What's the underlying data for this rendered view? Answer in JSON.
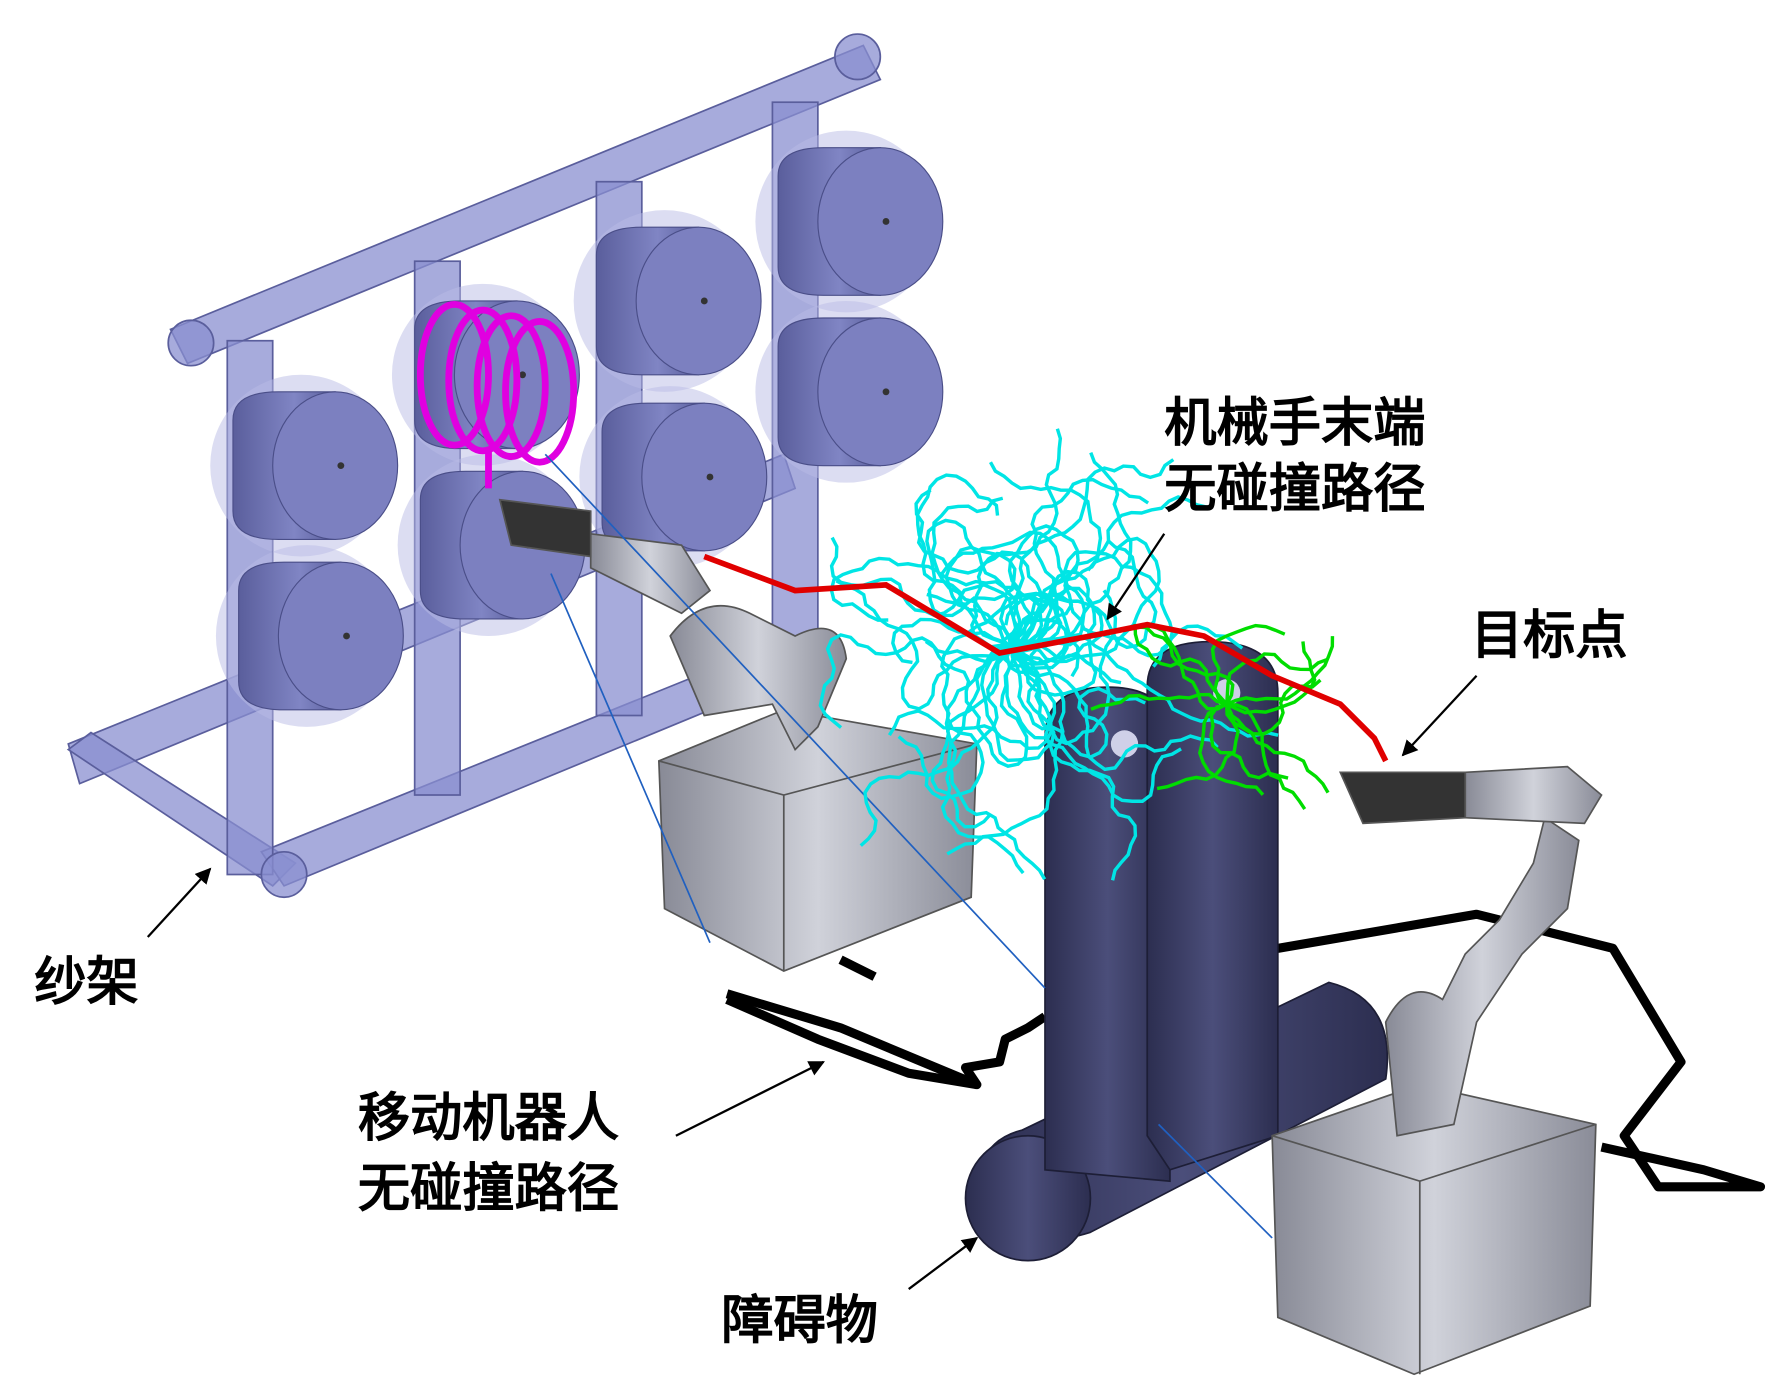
{
  "labels": {
    "ee_path_line1": "机械手末端",
    "ee_path_line2": "无碰撞路径",
    "target": "目标点",
    "creel": "纱架",
    "robot_path_line1": "移动机器人",
    "robot_path_line2": "无碰撞路径",
    "obstacle": "障碍物"
  },
  "colors": {
    "rack": "#8a8fd0",
    "bobbin": "#6f73b0",
    "obstacle": "#3d3f66",
    "robot": "#a7a9b4",
    "ee_path_random": "#00e5e5",
    "ee_path_final": "#e00000",
    "ee_path_alt": "#00dd00",
    "robot_path": "#000000",
    "highlight": "#e000e0"
  }
}
